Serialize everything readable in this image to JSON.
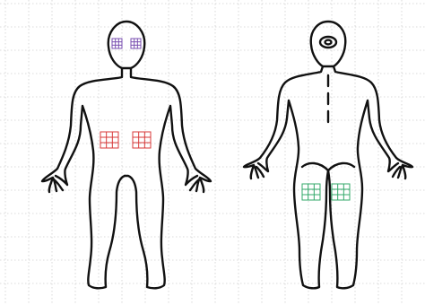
{
  "figures": [
    {
      "view": "front",
      "sites": [
        {
          "region": "face-left",
          "color": "#7a4fb0",
          "rows": 3,
          "cols": 3
        },
        {
          "region": "face-right",
          "color": "#7a4fb0",
          "rows": 3,
          "cols": 3
        },
        {
          "region": "abdomen-left",
          "color": "#d83a3a",
          "rows": 3,
          "cols": 3
        },
        {
          "region": "abdomen-right",
          "color": "#d83a3a",
          "rows": 3,
          "cols": 3
        }
      ]
    },
    {
      "view": "back",
      "sites": [
        {
          "region": "thigh-left",
          "color": "#33a86a",
          "rows": 3,
          "cols": 3
        },
        {
          "region": "thigh-right",
          "color": "#33a86a",
          "rows": 3,
          "cols": 3
        }
      ]
    }
  ],
  "colors": {
    "outline": "#111111",
    "background_grid": "#cfcfcf",
    "background": "#ffffff"
  },
  "background_grid": true
}
